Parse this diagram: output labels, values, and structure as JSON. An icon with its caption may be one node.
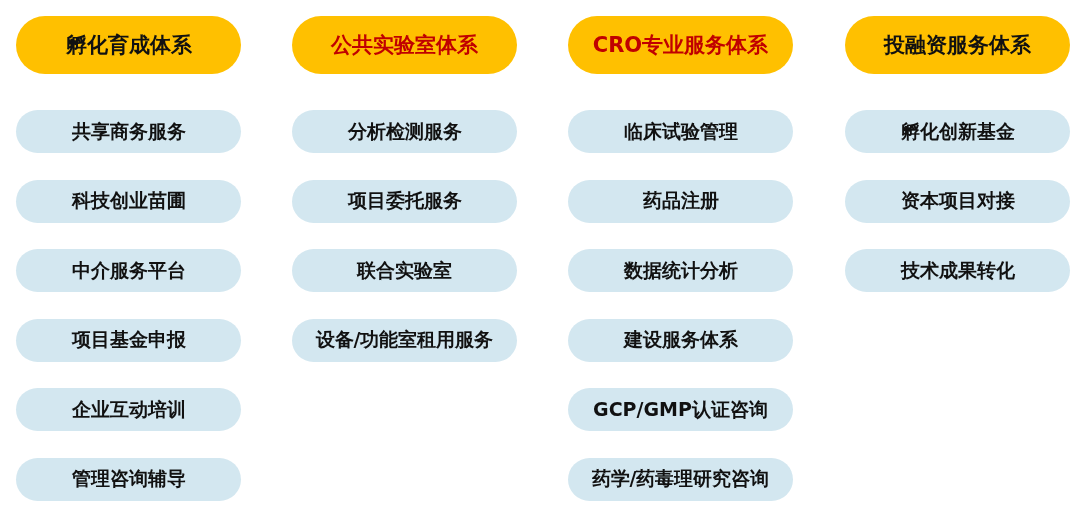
{
  "diagram": {
    "nodes": [
      {
        "text": [
          "孵化育成体系"
        ]
      },
      {
        "text": [
          "共享商务服务"
        ]
      },
      {
        "text": [
          "科技创业苗圃"
        ]
      },
      {
        "text": [
          "中介服务平台"
        ]
      },
      {
        "text": [
          "项目基金申报"
        ]
      },
      {
        "text": [
          "企业互动培训"
        ]
      },
      {
        "text": [
          "管理咨询辅导"
        ]
      },
      {
        "text": [
          "公共实验室体系"
        ]
      },
      {
        "text": [
          "分析检测服务"
        ]
      },
      {
        "text": [
          "项目委托服务"
        ]
      },
      {
        "text": [
          "联合实验室"
        ]
      },
      {
        "text": [
          "设备/功能室租用服务"
        ]
      },
      {
        "text": [
          "CRO专业服务体系"
        ]
      },
      {
        "text": [
          "临床试验管理"
        ]
      },
      {
        "text": [
          "药品注册"
        ]
      },
      {
        "text": [
          "数据统计分析"
        ]
      },
      {
        "text": [
          "建设服务体系"
        ]
      },
      {
        "text": [
          "GCP/GMP认证咨询"
        ]
      },
      {
        "text": [
          "药学/药毒理研究咨询"
        ]
      },
      {
        "text": [
          "投融资服务体系"
        ]
      },
      {
        "text": [
          "孵化创新基金"
        ]
      },
      {
        "text": [
          "资本项目对接"
        ]
      },
      {
        "text": [
          "技术成果转化"
        ]
      }
    ],
    "edges": []
  }
}
